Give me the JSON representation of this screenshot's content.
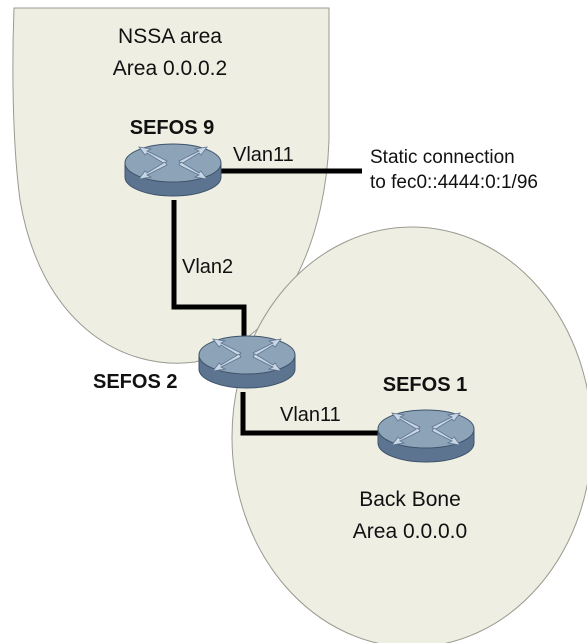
{
  "colors": {
    "area_fill": "#eeeee3",
    "area_stroke": "#9a9a90",
    "link": "#000000",
    "router_top": "#8da3b8",
    "router_side": "#5c7490",
    "router_arrow": "#c9d6e3"
  },
  "areas": {
    "nssa": {
      "name": "NSSA area",
      "id": "Area 0.0.0.2"
    },
    "backbone": {
      "name": "Back Bone",
      "id": "Area 0.0.0.0"
    }
  },
  "routers": {
    "sefos9": {
      "label": "SEFOS 9",
      "icon": "router-icon"
    },
    "sefos2": {
      "label": "SEFOS 2",
      "icon": "router-icon"
    },
    "sefos1": {
      "label": "SEFOS 1",
      "icon": "router-icon"
    }
  },
  "links": {
    "s9_static": "Vlan11",
    "s9_s2": "Vlan2",
    "s2_s1": "Vlan11"
  },
  "static_route": {
    "line1": "Static connection",
    "line2": "to fec0::4444:0:1/96"
  }
}
